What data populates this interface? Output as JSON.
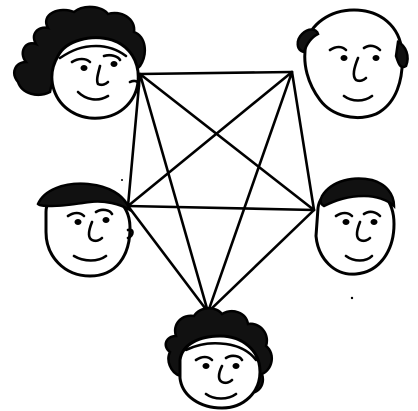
{
  "diagram": {
    "nodes": [
      {
        "id": "top-left",
        "kind": "curly-haired-woman"
      },
      {
        "id": "top-right",
        "kind": "balding-man"
      },
      {
        "id": "middle-left",
        "kind": "boy-side-part"
      },
      {
        "id": "middle-right",
        "kind": "boy-short-hair"
      },
      {
        "id": "bottom",
        "kind": "curly-haired-girl"
      }
    ],
    "edges": [
      [
        "top-left",
        "top-right"
      ],
      [
        "top-left",
        "middle-left"
      ],
      [
        "top-left",
        "middle-right"
      ],
      [
        "top-left",
        "bottom"
      ],
      [
        "top-right",
        "middle-left"
      ],
      [
        "top-right",
        "middle-right"
      ],
      [
        "top-right",
        "bottom"
      ],
      [
        "middle-left",
        "middle-right"
      ],
      [
        "middle-left",
        "bottom"
      ],
      [
        "middle-right",
        "bottom"
      ]
    ],
    "line_color": "#000000",
    "background": "#ffffff"
  }
}
